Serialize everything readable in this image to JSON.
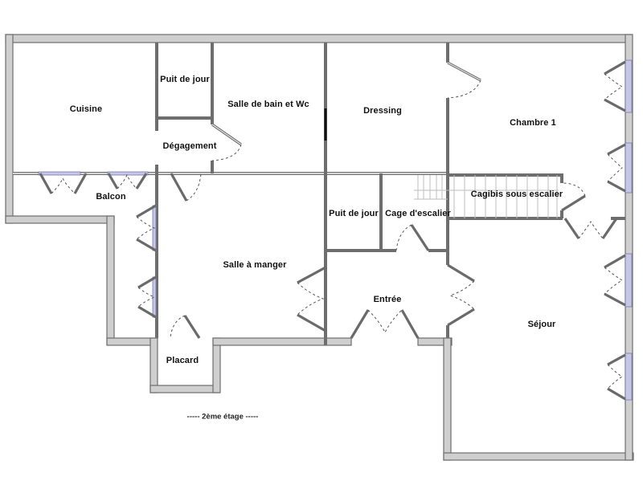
{
  "plan": {
    "floor_caption": "----- 2ème étage -----",
    "rooms": {
      "cuisine": "Cuisine",
      "puit_de_jour_1": "Puit de jour",
      "salle_de_bain": "Salle de bain et Wc",
      "dressing": "Dressing",
      "chambre_1": "Chambre 1",
      "degagement": "Dégagement",
      "balcon": "Balcon",
      "salle_a_manger": "Salle à manger",
      "puit_de_jour_2": "Puit de jour",
      "cage_escalier": "Cage d'escalier",
      "cagibis": "Cagibis sous escalier",
      "entree": "Entrée",
      "sejour": "Séjour",
      "placard": "Placard"
    },
    "colors": {
      "wall_fill": "#cfcfcf",
      "wall_stroke": "#6e6e6e",
      "window_glass": "#c6c6e6",
      "background": "#ffffff"
    }
  }
}
